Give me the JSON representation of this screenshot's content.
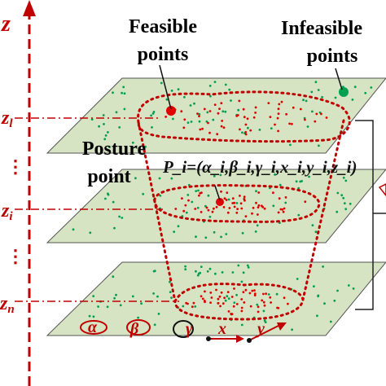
{
  "axis": {
    "name": "z"
  },
  "labels": {
    "feasible_line1": "Feasible",
    "feasible_line2": "points",
    "infeasible_line1": "Infeasible",
    "infeasible_line2": "points",
    "posture_line1": "Posture",
    "posture_line2": "point",
    "formula": "P_i=(α_i,β_i,γ_i,x_i,y_i,z_i)"
  },
  "levels": [
    {
      "label": "z",
      "sub": "l"
    },
    {
      "label": "z",
      "sub": "i"
    },
    {
      "label": "z",
      "sub": "n"
    }
  ],
  "ellipsis": "⋮",
  "motions": {
    "alpha": "α",
    "beta": "β",
    "gamma": "γ",
    "x": "x",
    "y": "y"
  },
  "colors": {
    "plane_fill": "#d7e4c4",
    "plane_stroke": "#555555",
    "feasible": "#e00000",
    "infeasible": "#00a050",
    "axis": "#c00000",
    "boundary": "#c00000"
  }
}
